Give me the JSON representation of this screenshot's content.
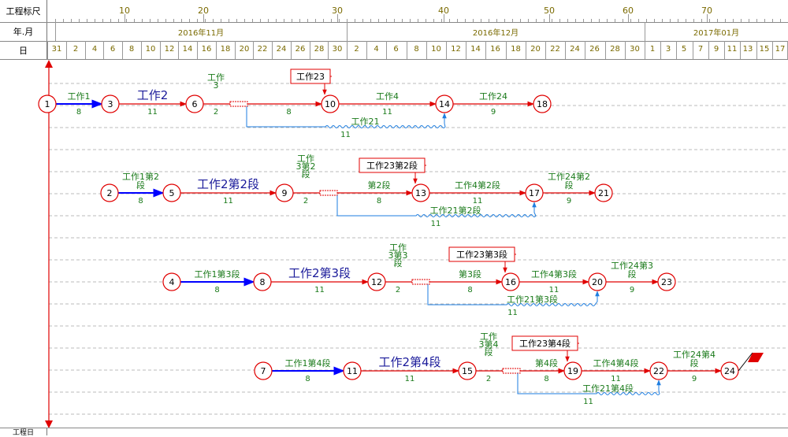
{
  "header": {
    "ruler_label": "工程标尺",
    "ym_label": "年.月",
    "day_label": "日",
    "bottom_label": "工程日",
    "ruler_ticks": [
      "10",
      "20",
      "30",
      "40",
      "50",
      "60",
      "70"
    ],
    "months": [
      "2016年11月",
      "2016年12月",
      "2017年01月"
    ],
    "days": [
      "31",
      "2",
      "4",
      "6",
      "8",
      "10",
      "12",
      "14",
      "16",
      "18",
      "20",
      "22",
      "24",
      "26",
      "28",
      "30",
      "2",
      "4",
      "6",
      "8",
      "10",
      "12",
      "14",
      "16",
      "18",
      "20",
      "22",
      "24",
      "26",
      "28",
      "30",
      "1",
      "3",
      "5",
      "7",
      "9",
      "11",
      "13",
      "15",
      "17"
    ]
  },
  "colors": {
    "arrow": "#e00000",
    "critical": "#0000ff",
    "virtual": "#1e7ee0",
    "label": "#1a7a1a",
    "node": "#e00000",
    "big_label": "#1a1a9a",
    "grid": "#bbbbbb"
  },
  "nodes": [
    "1",
    "3",
    "6",
    "10",
    "14",
    "18",
    "2",
    "5",
    "9",
    "13",
    "17",
    "21",
    "4",
    "8",
    "12",
    "16",
    "20",
    "23",
    "7",
    "11",
    "15",
    "19",
    "22",
    "24"
  ],
  "activities": [
    {
      "name": "工作1",
      "duration": "8"
    },
    {
      "name": "工作2",
      "duration": "11"
    },
    {
      "name": "工作\n3",
      "duration": "2"
    },
    {
      "name": "",
      "duration": "8"
    },
    {
      "name": "工作4",
      "duration": "11"
    },
    {
      "name": "工作24",
      "duration": "9"
    },
    {
      "name": "工作21",
      "duration": "11"
    },
    {
      "name": "工作1第2\n段",
      "duration": "8"
    },
    {
      "name": "工作2第2段",
      "duration": "11"
    },
    {
      "name": "工作\n3第2\n段",
      "duration": "2"
    },
    {
      "name": "第2段",
      "duration": "8"
    },
    {
      "name": "工作4第2段",
      "duration": "11"
    },
    {
      "name": "工作24第2\n段",
      "duration": "9"
    },
    {
      "name": "工作21第2段",
      "duration": "11"
    },
    {
      "name": "工作1第3段",
      "duration": "8"
    },
    {
      "name": "工作2第3段",
      "duration": "11"
    },
    {
      "name": "工作\n3第3\n段",
      "duration": "2"
    },
    {
      "name": "第3段",
      "duration": "8"
    },
    {
      "name": "工作4第3段",
      "duration": "11"
    },
    {
      "name": "工作24第3\n段",
      "duration": "9"
    },
    {
      "name": "工作21第3段",
      "duration": "11"
    },
    {
      "name": "工作1第4段",
      "duration": "8"
    },
    {
      "name": "工作2第4段",
      "duration": "11"
    },
    {
      "name": "工作\n3第4\n段",
      "duration": "2"
    },
    {
      "name": "第4段",
      "duration": "8"
    },
    {
      "name": "工作4第4段",
      "duration": "11"
    },
    {
      "name": "工作24第4\n段",
      "duration": "9"
    },
    {
      "name": "工作21第4段",
      "duration": "11"
    }
  ],
  "callouts": [
    "工作23",
    "工作23第2段",
    "工作23第3段",
    "工作23第4段"
  ]
}
